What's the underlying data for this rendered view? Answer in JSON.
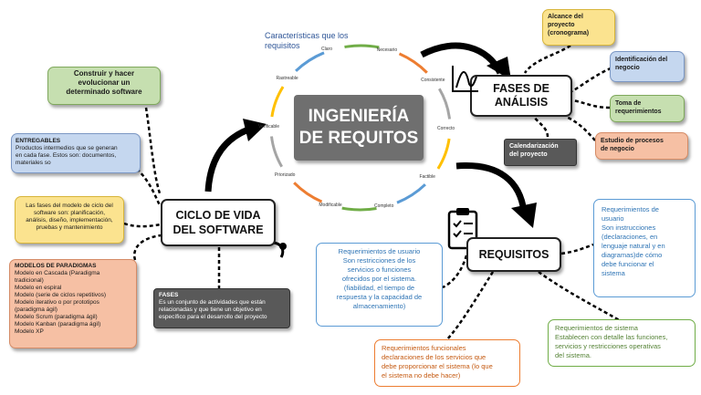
{
  "central": {
    "title": "INGENIERÍA\nDE REQUITOS"
  },
  "cycle": {
    "title": "Características que los\nrequisitos",
    "items": [
      "Claro",
      "Necesario",
      "Consistente",
      "Correcto",
      "Factible",
      "Completo",
      "Modificable",
      "Priorizado",
      "Verificable",
      "Rastreable"
    ],
    "arrow_colors": [
      "#70ad47",
      "#ed7d31",
      "#a5a5a5",
      "#ffc000",
      "#5b9bd5",
      "#70ad47",
      "#ed7d31",
      "#a5a5a5",
      "#ffc000",
      "#5b9bd5"
    ]
  },
  "ciclo": {
    "title": "CICLO DE VIDA\nDEL SOFTWARE",
    "construir": "Construir y hacer\nevolucionar un\ndeterminado software",
    "entregables_title": "ENTREGABLES",
    "entregables_text": "Productos intermedios que se generan\nen cada fase. Estos son: documentos,\nmateriales so",
    "fases_modelo": "Las fases del modelo de ciclo del\nsoftware son: planificación,\nanálisis, diseño, implementación,\npruebas y mantenimiento",
    "paradigmas_title": "MODELOS DE PARADIGMAS",
    "paradigmas_items": [
      "Modelo en Cascada (Paradigma",
      "tradicional)",
      "Modelo en espiral",
      "Modelo (serie de ciclos repetitivos)",
      "Modelo iterativo o por prototipos",
      "(paradigma ágil)",
      "Modelo Scrum (paradigma ágil)",
      "Modelo Kanban (paradigma ágil)",
      "Modelo XP"
    ],
    "fases_title": "FASES",
    "fases_text": "Es un conjunto de actividades que están\nrelacionadas y que tiene un objetivo en\nespecífico para el desarrollo del proyecto"
  },
  "fases": {
    "title": "FASES DE\nANÁLISIS",
    "alcance": "Alcance del\nproyecto\n(cronograma)",
    "identificacion": "Identificación del\nnegocio",
    "toma": "Toma de\nrequerimientos",
    "estudio": "Estudio de procesos\nde negocio",
    "calendarizacion": "Calendarización\ndel proyecto"
  },
  "requisitos": {
    "title": "REQUISITOS",
    "req_usuario_left": "Requerimientos de usuario\nSon restricciones de los\nservicios o funciones\nofrecidos por el sistema.\n(fiabilidad, el tiempo de\nrespuesta y la capacidad de\nalmacenamiento)",
    "req_usuario_right_title": "Requerimientos de\nusuario",
    "req_usuario_right_text": "Son instrucciones\n(declaraciones, en\nlenguaje natural y en\ndiagramas)de cómo\ndebe funcionar el\nsistema",
    "req_funcionales": "Requerimientos funcionales\ndeclaraciones de los servicios que\ndebe proporcionar el sistema (lo que\nel sistema no debe hacer)",
    "req_sistema": "Requerimientos de sistema\nEstablecen con detalle las funciones,\nservicios y restricciones operativas\ndel sistema."
  },
  "colors": {
    "green": "#70ad47",
    "orange": "#ed7d31",
    "grey": "#a5a5a5",
    "yellow": "#ffc000",
    "blue": "#5b9bd5",
    "title_bg": "#6f6f6f"
  }
}
